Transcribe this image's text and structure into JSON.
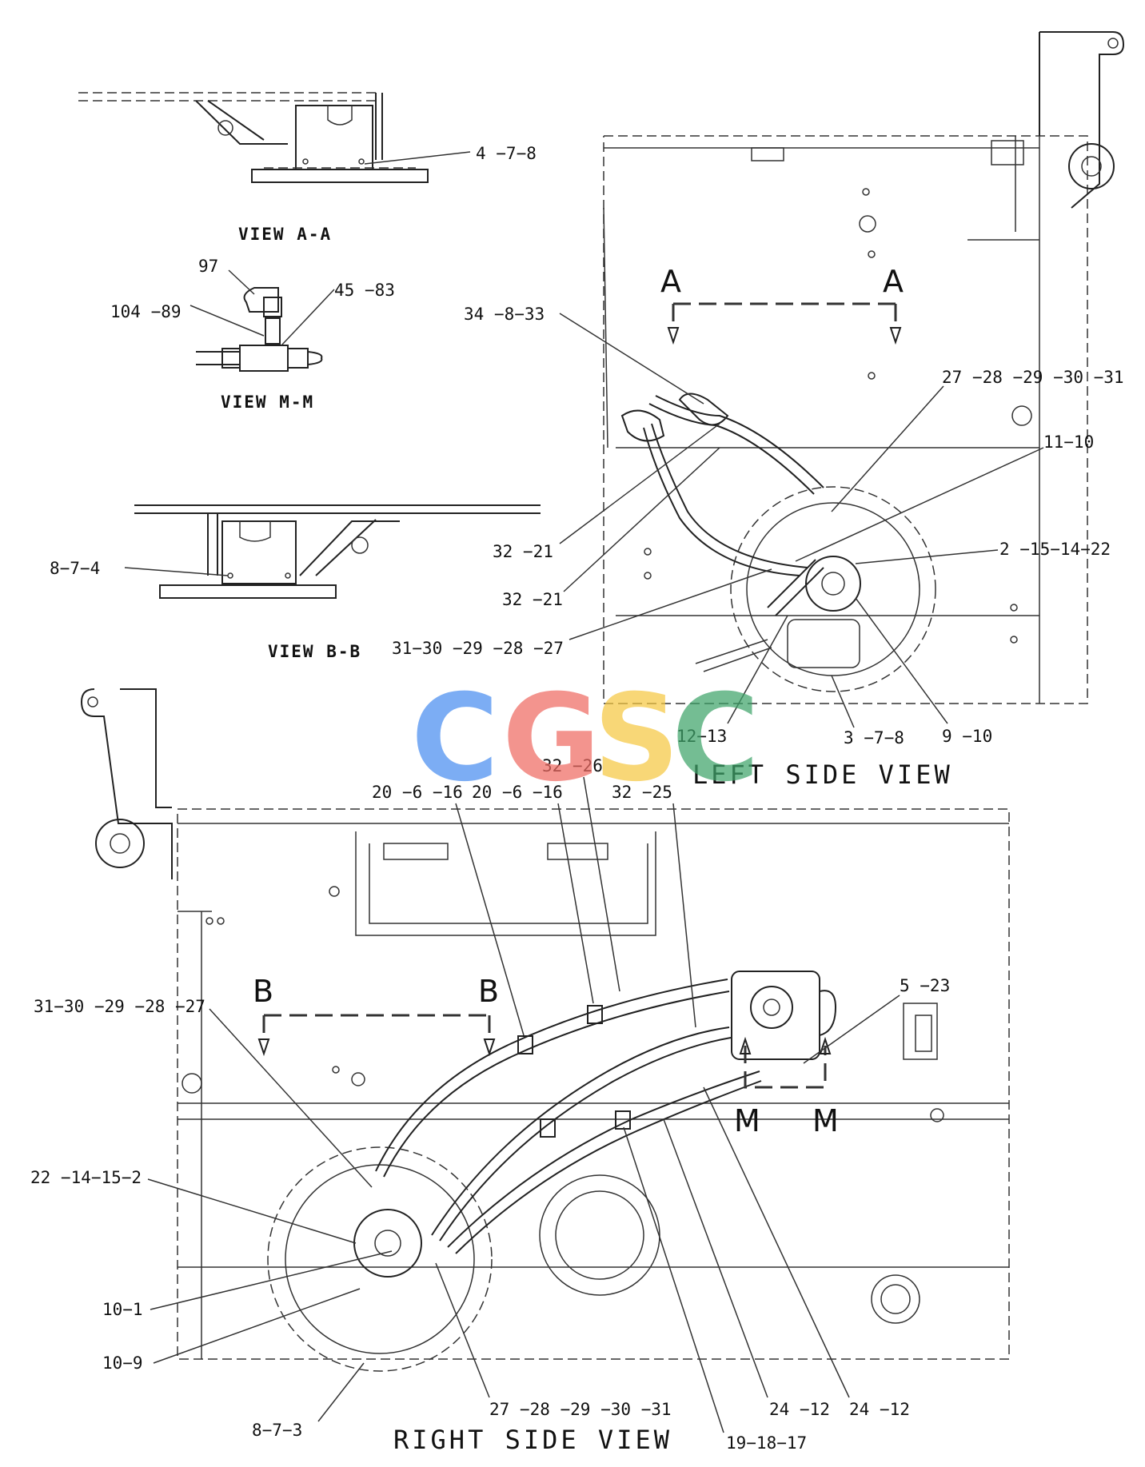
{
  "titles": {
    "left_side_view": "LEFT SIDE VIEW",
    "right_side_view": "RIGHT SIDE VIEW",
    "view_aa": "VIEW A-A",
    "view_mm": "VIEW M-M",
    "view_bb": "VIEW B-B"
  },
  "section_letters": {
    "a_left": "A",
    "a_right": "A",
    "b_left": "B",
    "b_right": "B",
    "m_left": "M",
    "m_right": "M"
  },
  "callouts": {
    "c_4_7_8": "4 −7−8",
    "c_97": "97",
    "c_104_89": "104 −89",
    "c_45_83": "45 −83",
    "c_8_7_4": "8−7−4",
    "c_34_8_33": "34 −8−33",
    "c_27_31_top": "27 −28 −29 −30 −31",
    "c_11_10": "11−10",
    "c_2_15_14_22": "2 −15−14−22",
    "c_32_21_a": "32 −21",
    "c_32_21_b": "32 −21",
    "c_31_27_left": "31−30 −29 −28 −27",
    "c_12_13": "12−13",
    "c_3_7_8": "3 −7−8",
    "c_9_10": "9 −10",
    "c_32_26": "32 −26",
    "c_20_6_16_a": "20 −6 −16",
    "c_20_6_16_b": "20 −6 −16",
    "c_32_25": "32 −25",
    "c_5_23": "5 −23",
    "c_31_27_right": "31−30 −29 −28 −27",
    "c_22_14_15_2": "22 −14−15−2",
    "c_10_1": "10−1",
    "c_10_9": "10−9",
    "c_8_7_3": "8−7−3",
    "c_27_31_bottom": "27 −28 −29 −30 −31",
    "c_24_12_a": "24 −12",
    "c_24_12_b": "24 −12",
    "c_19_18_17": "19−18−17"
  },
  "watermark": {
    "letters": [
      "C",
      "G",
      "S",
      "C"
    ],
    "colors": [
      "#4a8ef0",
      "#ef6b63",
      "#f6c843",
      "#3fa46a"
    ]
  }
}
